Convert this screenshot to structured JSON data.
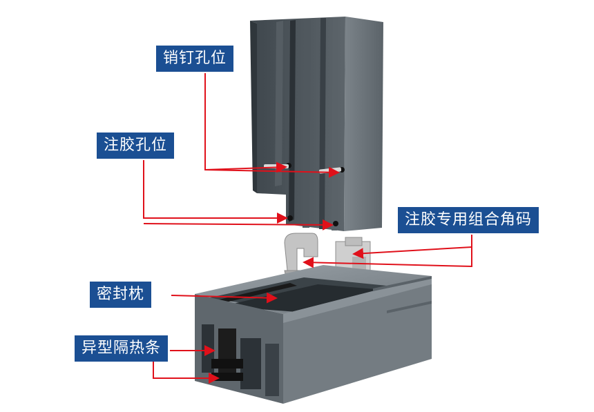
{
  "labels": {
    "pin_hole": "销钉孔位",
    "glue_hole": "注胶孔位",
    "corner_connector": "注胶专用组合角码",
    "seal_pillow": "密封枕",
    "thermal_strip": "异型隔热条"
  },
  "colors": {
    "label_bg": "#1b4f93",
    "label_text": "#ffffff",
    "arrow": "#e0101a",
    "profile_dark": "#4b5359",
    "profile_mid": "#6b7379",
    "profile_light": "#8c949a",
    "connector": "#c8c8c8",
    "insulation": "#1e1e1e"
  }
}
